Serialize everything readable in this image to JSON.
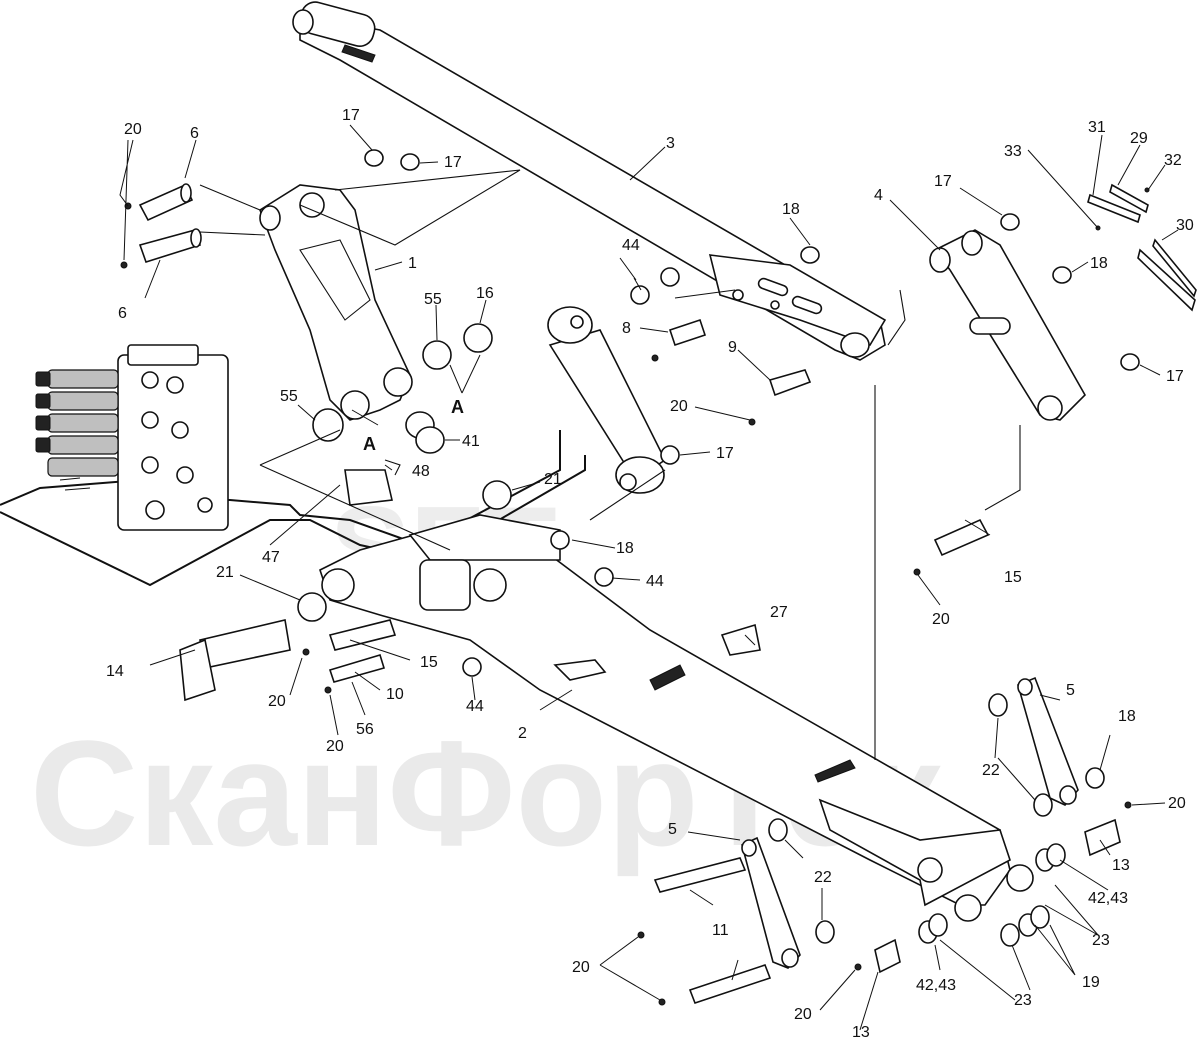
{
  "watermark": {
    "logo_text": "SFT",
    "brand_text": "СканФорТек",
    "color": "#d9d9d9"
  },
  "view_letters": [
    "A",
    "A"
  ],
  "callouts": [
    {
      "id": "c1",
      "text": "1"
    },
    {
      "id": "c2",
      "text": "2"
    },
    {
      "id": "c3",
      "text": "3"
    },
    {
      "id": "c4",
      "text": "4"
    },
    {
      "id": "c5a",
      "text": "5"
    },
    {
      "id": "c5b",
      "text": "5"
    },
    {
      "id": "c6a",
      "text": "6"
    },
    {
      "id": "c6b",
      "text": "6"
    },
    {
      "id": "c8",
      "text": "8"
    },
    {
      "id": "c9",
      "text": "9"
    },
    {
      "id": "c10",
      "text": "10"
    },
    {
      "id": "c11",
      "text": "11"
    },
    {
      "id": "c13a",
      "text": "13"
    },
    {
      "id": "c13b",
      "text": "13"
    },
    {
      "id": "c14",
      "text": "14"
    },
    {
      "id": "c15a",
      "text": "15"
    },
    {
      "id": "c15b",
      "text": "15"
    },
    {
      "id": "c16",
      "text": "16"
    },
    {
      "id": "c17a",
      "text": "17"
    },
    {
      "id": "c17b",
      "text": "17"
    },
    {
      "id": "c17c",
      "text": "17"
    },
    {
      "id": "c17d",
      "text": "17"
    },
    {
      "id": "c17e",
      "text": "17"
    },
    {
      "id": "c18a",
      "text": "18"
    },
    {
      "id": "c18b",
      "text": "18"
    },
    {
      "id": "c18c",
      "text": "18"
    },
    {
      "id": "c18d",
      "text": "18"
    },
    {
      "id": "c19",
      "text": "19"
    },
    {
      "id": "c20a",
      "text": "20"
    },
    {
      "id": "c20b",
      "text": "20"
    },
    {
      "id": "c20c",
      "text": "20"
    },
    {
      "id": "c20d",
      "text": "20"
    },
    {
      "id": "c20e",
      "text": "20"
    },
    {
      "id": "c20f",
      "text": "20"
    },
    {
      "id": "c20g",
      "text": "20"
    },
    {
      "id": "c20h",
      "text": "20"
    },
    {
      "id": "c20i",
      "text": "20"
    },
    {
      "id": "c20j",
      "text": "20"
    },
    {
      "id": "c21a",
      "text": "21"
    },
    {
      "id": "c21b",
      "text": "21"
    },
    {
      "id": "c22a",
      "text": "22"
    },
    {
      "id": "c22b",
      "text": "22"
    },
    {
      "id": "c23a",
      "text": "23"
    },
    {
      "id": "c23b",
      "text": "23"
    },
    {
      "id": "c23c",
      "text": "23"
    },
    {
      "id": "c27",
      "text": "27"
    },
    {
      "id": "c29",
      "text": "29"
    },
    {
      "id": "c30",
      "text": "30"
    },
    {
      "id": "c31",
      "text": "31"
    },
    {
      "id": "c32",
      "text": "32"
    },
    {
      "id": "c33",
      "text": "33"
    },
    {
      "id": "c41",
      "text": "41"
    },
    {
      "id": "c4243a",
      "text": "42,43"
    },
    {
      "id": "c4243b",
      "text": "42,43"
    },
    {
      "id": "c44a",
      "text": "44"
    },
    {
      "id": "c44b",
      "text": "44"
    },
    {
      "id": "c44c",
      "text": "44"
    },
    {
      "id": "c47",
      "text": "47"
    },
    {
      "id": "c48",
      "text": "48"
    },
    {
      "id": "c55a",
      "text": "55"
    },
    {
      "id": "c55b",
      "text": "55"
    },
    {
      "id": "c56",
      "text": "56"
    }
  ]
}
